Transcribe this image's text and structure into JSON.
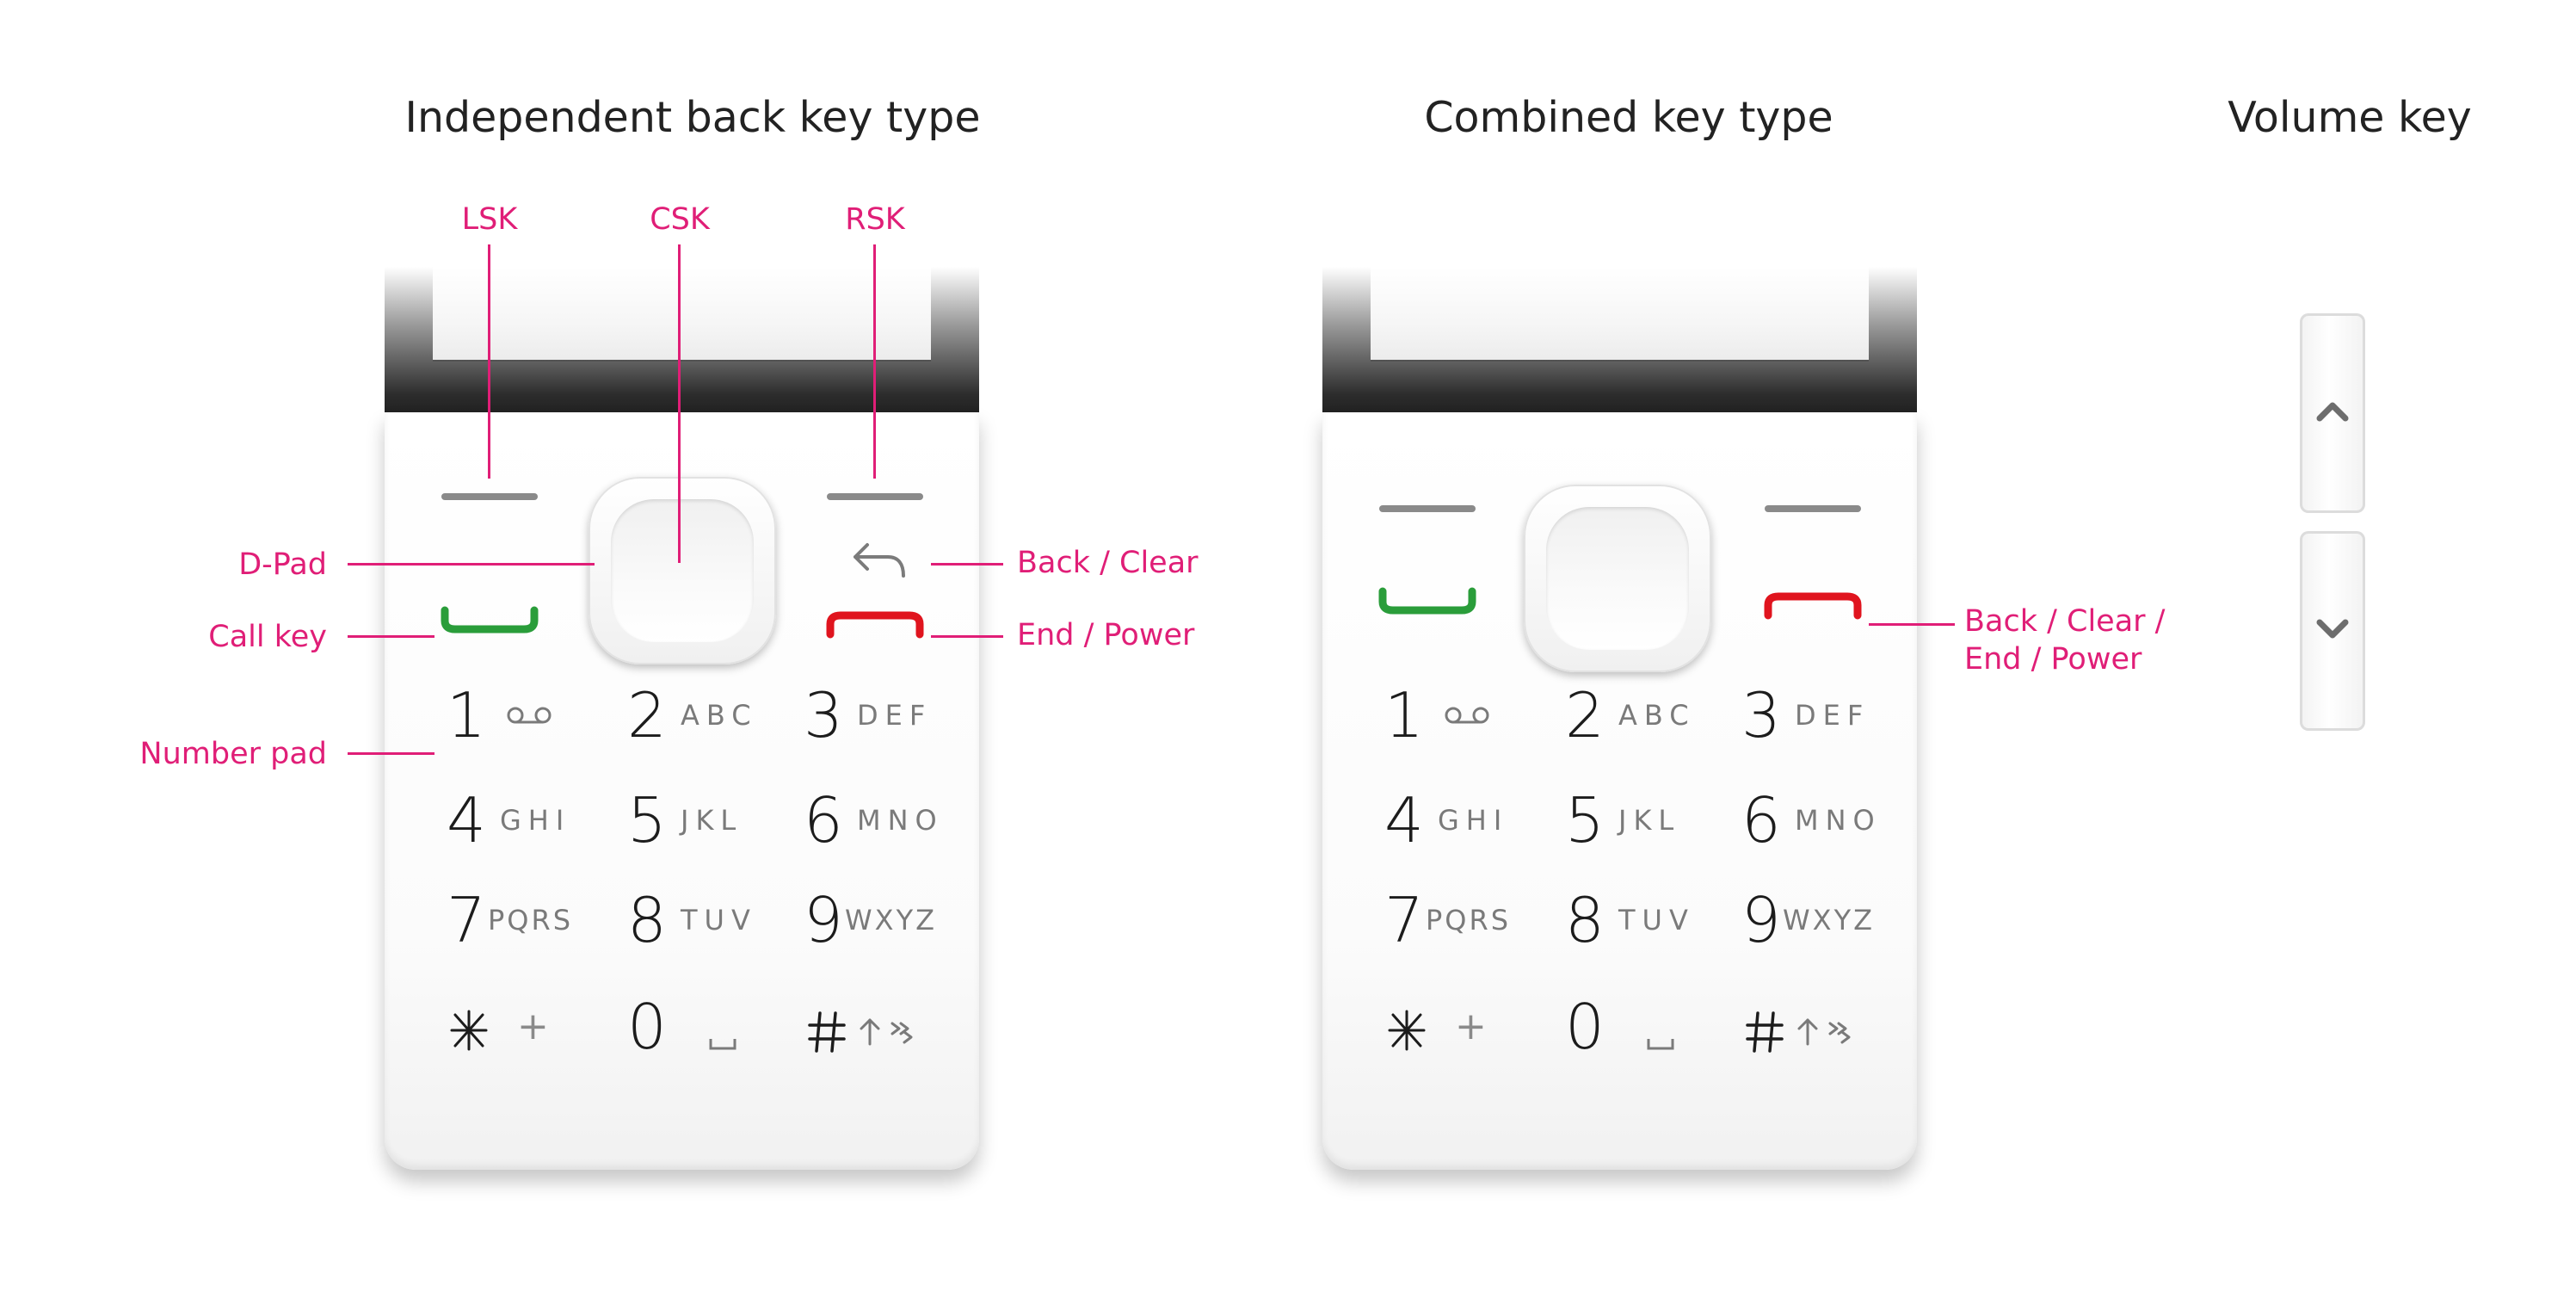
{
  "titles": {
    "independent": "Independent back key type",
    "combined": "Combined key type",
    "volume": "Volume key"
  },
  "callouts": {
    "lsk": "LSK",
    "csk": "CSK",
    "rsk": "RSK",
    "dpad": "D-Pad",
    "call_key": "Call key",
    "number_pad": "Number pad",
    "back_clear": "Back / Clear",
    "end_power": "End / Power",
    "back_clear_end_power": "Back / Clear /\nEnd / Power"
  },
  "keypad": [
    {
      "digit": "1",
      "letters": ""
    },
    {
      "digit": "2",
      "letters": "ABC"
    },
    {
      "digit": "3",
      "letters": "DEF"
    },
    {
      "digit": "4",
      "letters": "GHI"
    },
    {
      "digit": "5",
      "letters": "JKL"
    },
    {
      "digit": "6",
      "letters": "MNO"
    },
    {
      "digit": "7",
      "letters": "PQRS"
    },
    {
      "digit": "8",
      "letters": "TUV"
    },
    {
      "digit": "9",
      "letters": "WXYZ"
    },
    {
      "digit": "",
      "letters": "+"
    },
    {
      "digit": "0",
      "letters": ""
    },
    {
      "digit": "",
      "letters": ""
    }
  ],
  "icons": {
    "voicemail": "voicemail-icon",
    "back": "back-arrow-icon",
    "call": "call-key-icon",
    "end": "end-key-icon",
    "star": "asterisk-icon",
    "space": "space-icon",
    "hash": "hash-icon",
    "shift": "shift-arrow-icon",
    "mode": "input-mode-icon",
    "vol_up": "chevron-up-icon",
    "vol_down": "chevron-down-icon"
  },
  "colors": {
    "annotation": "#e01e77",
    "call": "#2a9d3a",
    "end": "#e0141e"
  }
}
